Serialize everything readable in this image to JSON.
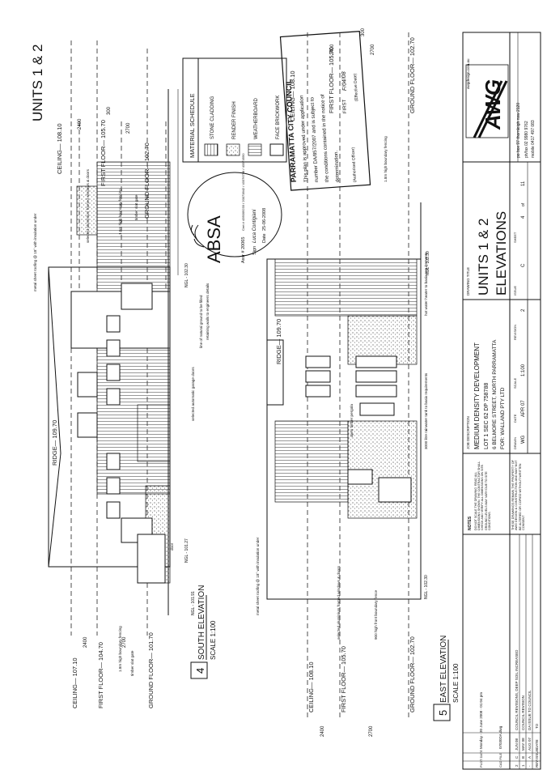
{
  "sheet_title": "UNITS 1 & 2",
  "south": {
    "tag": "4",
    "title": "SOUTH ELEVATION",
    "scale": "SCALE 1:100",
    "ridge": "RIDGE— 109.70",
    "ceiling": "CEILING— 107.10",
    "ceiling_right": "CEILING— 108.10",
    "first_floor": "FIRST FLOOR— 104.70",
    "first_floor_right": "FIRST FLOOR— 105.70",
    "ground_floor": "GROUND FLOOR— 101.70",
    "ground_floor_right": "GROUND FLOOR— 102.70",
    "ngl_left": "NGL - 101.91",
    "ngl_mid": "NGL - 101.27",
    "ngl_right": "NGL - 102.30",
    "dims": [
      "2400",
      "2700",
      "2400",
      "2700",
      "300"
    ],
    "notes": {
      "roof": "metal sheet roofing @ 18° with insulation under",
      "windows": "selected aluminium framed windows & doors",
      "fence": "1.8m high boundary fencing",
      "gate": "timber slat gate",
      "garage": "selected automatic garage doors",
      "door": "door",
      "retaining": "retaining walls to engineers details",
      "natural_ground": "line of natural ground to be filled"
    }
  },
  "east": {
    "tag": "5",
    "title": "EAST ELEVATION",
    "scale": "SCALE 1:100",
    "ridge": "RIDGE— 109.70",
    "ceiling": "CEILING— 108.10",
    "first_floor": "FIRST FLOOR— 105.70",
    "ground_floor": "GROUND FLOOR— 102.70",
    "ngl_left": "NGL - 102.30",
    "ngl_right": "NGL - 102.30",
    "dims": [
      "2400",
      "2700",
      "2400",
      "2700",
      "300"
    ],
    "notes": {
      "roof": "metal sheet roofing @ 18° with insulation under",
      "windows": "selected aluminium framed windows & doors",
      "front_fence": "900 high front boundary fence",
      "pergola": "open timber pergola",
      "tank": "3000 litre rainwater tank to basix requirements",
      "heater": "hot water heater to basix requirements",
      "boundary": "1.8m high boundary fencing"
    }
  },
  "material_schedule": {
    "title": "MATERIAL SCHEDULE",
    "items": [
      "STONE CLADDING",
      "RENDER FINISH",
      "WEATHERBOARD",
      "FACE BRICKWORK"
    ]
  },
  "absa": {
    "brand": "ABSA",
    "assr": "Assr # 20065",
    "cert": "Cert # 435009233 / 20073842 / 43376798 / 43374550",
    "sign_label": "Sign",
    "signature": "Luca Contigiani",
    "date_label": "Date",
    "date": "25-06-2008"
  },
  "council": {
    "title": "PARRAMATTA CITY COUNCIL",
    "line1": "This plan is approved under application",
    "line2": "number DA/857/2007 and is subject to",
    "line3": "the conditions contained in the notice of",
    "line4": "determination.",
    "signed": "(Authorised Officer)",
    "first_label": "FIRST",
    "date": "F/04/08",
    "effective": "(Effective Date)"
  },
  "title_block": {
    "rev_header": [
      "REV",
      "ISSUE",
      "DATE",
      "TO"
    ],
    "revisions": [
      [
        "2",
        "C",
        "JUN 08",
        "COUNCIL REVISIONS, DEEP SOIL INCREASED"
      ],
      [
        "1",
        "B",
        "MAY 08",
        "COUNCIL REVISION"
      ],
      [
        "-",
        "A",
        "AUG 07",
        "DA ISSUE TO COUNCIL"
      ]
    ],
    "cad_label": "CAD FILE",
    "cad_file": "07030DA.dwg",
    "plot_label": "PLOT DATE",
    "plot_date": "Monday - 30 June 2008 - 01:04 pm",
    "notes_title": "NOTES",
    "notes_text": "DO NOT SCALE THE DRAWING. READ ALL DIMENSIONS SHOWN. THE CONTRACTOR SHALL CHECK AND VERIFY ALL DIMENSIONS ON SITE. GROUND LEVELS MAY VARY DUE TO SITE CONDITIONS.",
    "copyright": "THESE DRAWINGS REMAIN THE PROPERTY OF AWG DESIGN & CONSTRUCTION AND MAY NOT BE ALTERED OR COPIED WITHOUT WRITTEN CONSENT",
    "job_label": "JOB DESCRIPTION",
    "job_lines": [
      "MEDIUM DENSITY DEVELOPMENT",
      "LOT 1 SEC 62   DP 758788",
      "6 BELMORE STREET, NORTH PARRAMATTA",
      "FOR: WALLAND PTY LTD"
    ],
    "drawn_label": "DRAWN",
    "drawn": "WG",
    "date_label": "DATE",
    "date": "APR 07",
    "scale_label": "SCALE",
    "scale": "1:100",
    "revision_label": "REVISION",
    "revision": "2",
    "drawing_label": "DRAWING TITLE",
    "drawing_title_1": "UNITS 1 & 2",
    "drawing_title_2": "ELEVATIONS",
    "issue_label": "ISSUE",
    "issue": "C",
    "sheet_label": "SHEET",
    "sheet": "4",
    "sheet_of": "of",
    "sheet_total": "11",
    "logo": "AWG",
    "address": "po box 97 thornleigh nsw 2120",
    "phone": "ph/fax 02 9980 9762",
    "mobile": "mobile 0417 497 083",
    "web": "awgdesign.com.au"
  }
}
